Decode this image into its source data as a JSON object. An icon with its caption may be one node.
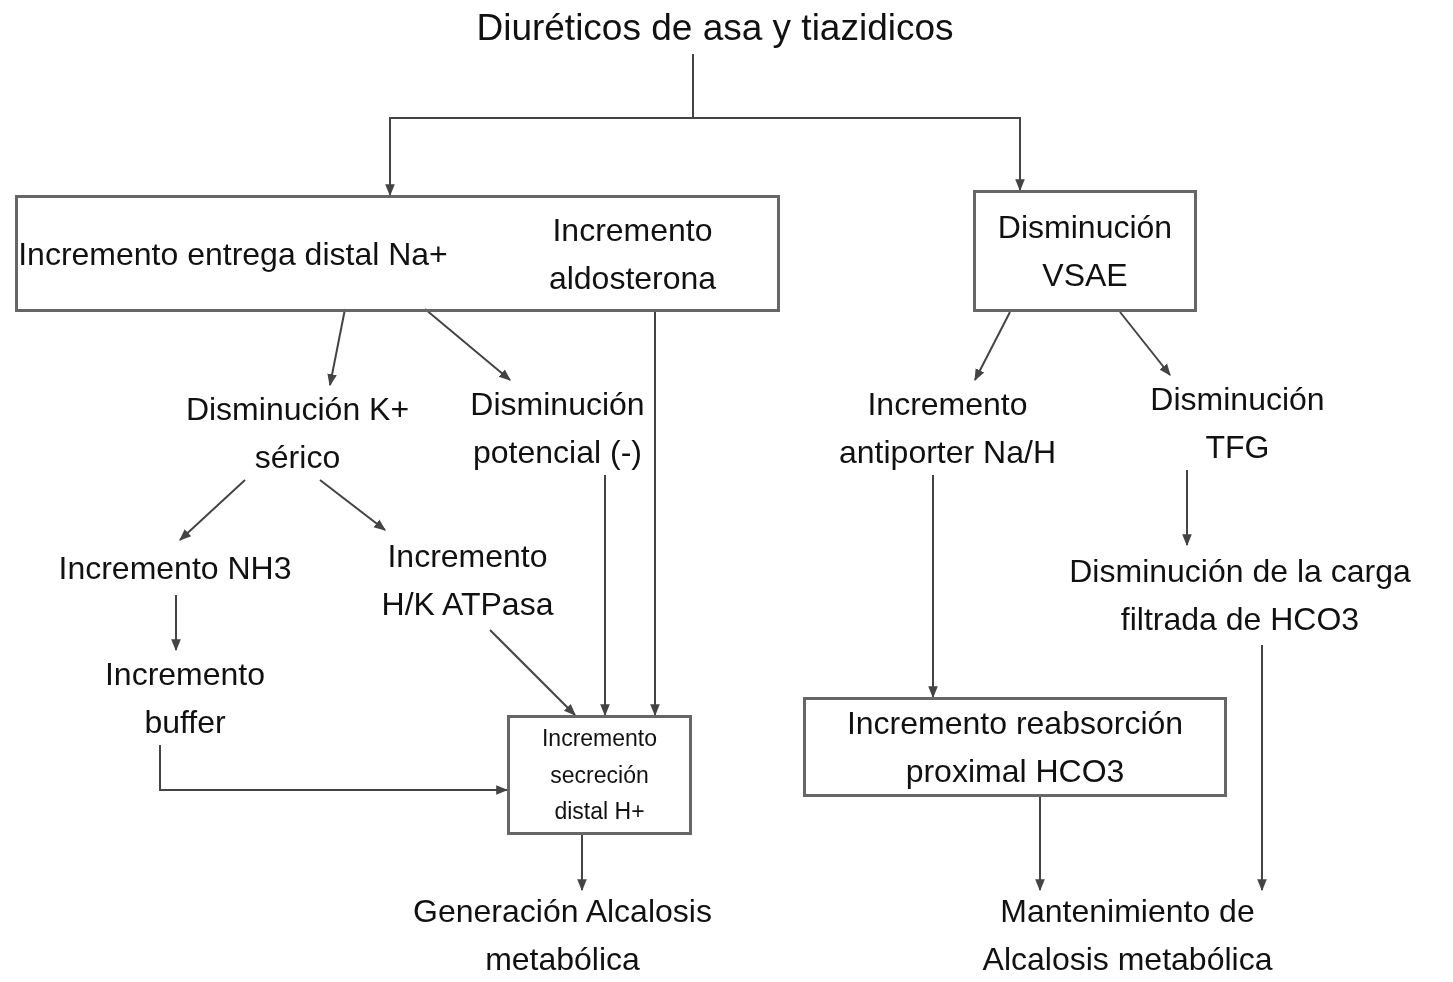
{
  "diagram": {
    "nodes": [
      {
        "text": [
          "Diuréticos de asa y tiazidicos"
        ]
      },
      {
        "text": [],
        "shape": "box"
      },
      {
        "text": [
          "Incremento entrega distal Na+"
        ],
        "in": 1
      },
      {
        "text": [
          "Incremento aldosterona"
        ],
        "in": 1
      },
      {
        "text": [
          "Disminución VSAE"
        ]
      },
      {
        "text": [
          "Disminución K+ sérico"
        ]
      },
      {
        "text": [
          "Disminución potencial (-)"
        ]
      },
      {
        "text": [
          "Incremento antiporter Na/H"
        ]
      },
      {
        "text": [
          "Disminución TFG"
        ]
      },
      {
        "text": [
          "Incremento NH3"
        ]
      },
      {
        "text": [
          "Incremento H/K ATPasa"
        ]
      },
      {
        "text": [
          "Incremento buffer"
        ]
      },
      {
        "text": [
          "Incremento secreción distal H+"
        ]
      },
      {
        "text": [
          "Disminución de la carga filtrada de HCO3"
        ]
      },
      {
        "text": [
          "Incremento reabsorción proximal HCO3"
        ]
      },
      {
        "text": [
          "Generación Alcalosis metabólica"
        ]
      },
      {
        "text": [
          "Mantenimiento de Alcalosis metabólica"
        ]
      }
    ],
    "edges": [
      {
        "from": 0,
        "to": 1,
        "arrow": "to"
      },
      {
        "from": 0,
        "to": 4,
        "arrow": "to"
      },
      {
        "from": 2,
        "to": 5,
        "arrow": "to"
      },
      {
        "from": 2,
        "to": 6,
        "arrow": "to"
      },
      {
        "from": 4,
        "to": 7,
        "arrow": "to"
      },
      {
        "from": 4,
        "to": 8,
        "arrow": "to"
      },
      {
        "from": 5,
        "to": 9,
        "arrow": "to"
      },
      {
        "from": 5,
        "to": 10,
        "arrow": "to"
      },
      {
        "from": 6,
        "to": 12,
        "arrow": "to"
      },
      {
        "from": 3,
        "to": 12,
        "arrow": "to"
      },
      {
        "from": 10,
        "to": 12,
        "arrow": "to"
      },
      {
        "from": 9,
        "to": 11,
        "arrow": "to"
      },
      {
        "from": 11,
        "to": 12,
        "arrow": "to"
      },
      {
        "from": 12,
        "to": 15,
        "arrow": "to"
      },
      {
        "from": 7,
        "to": 14,
        "arrow": "to"
      },
      {
        "from": 8,
        "to": 13,
        "arrow": "to"
      },
      {
        "from": 13,
        "to": 16,
        "arrow": "to"
      },
      {
        "from": 14,
        "to": 16,
        "arrow": "to"
      }
    ]
  }
}
